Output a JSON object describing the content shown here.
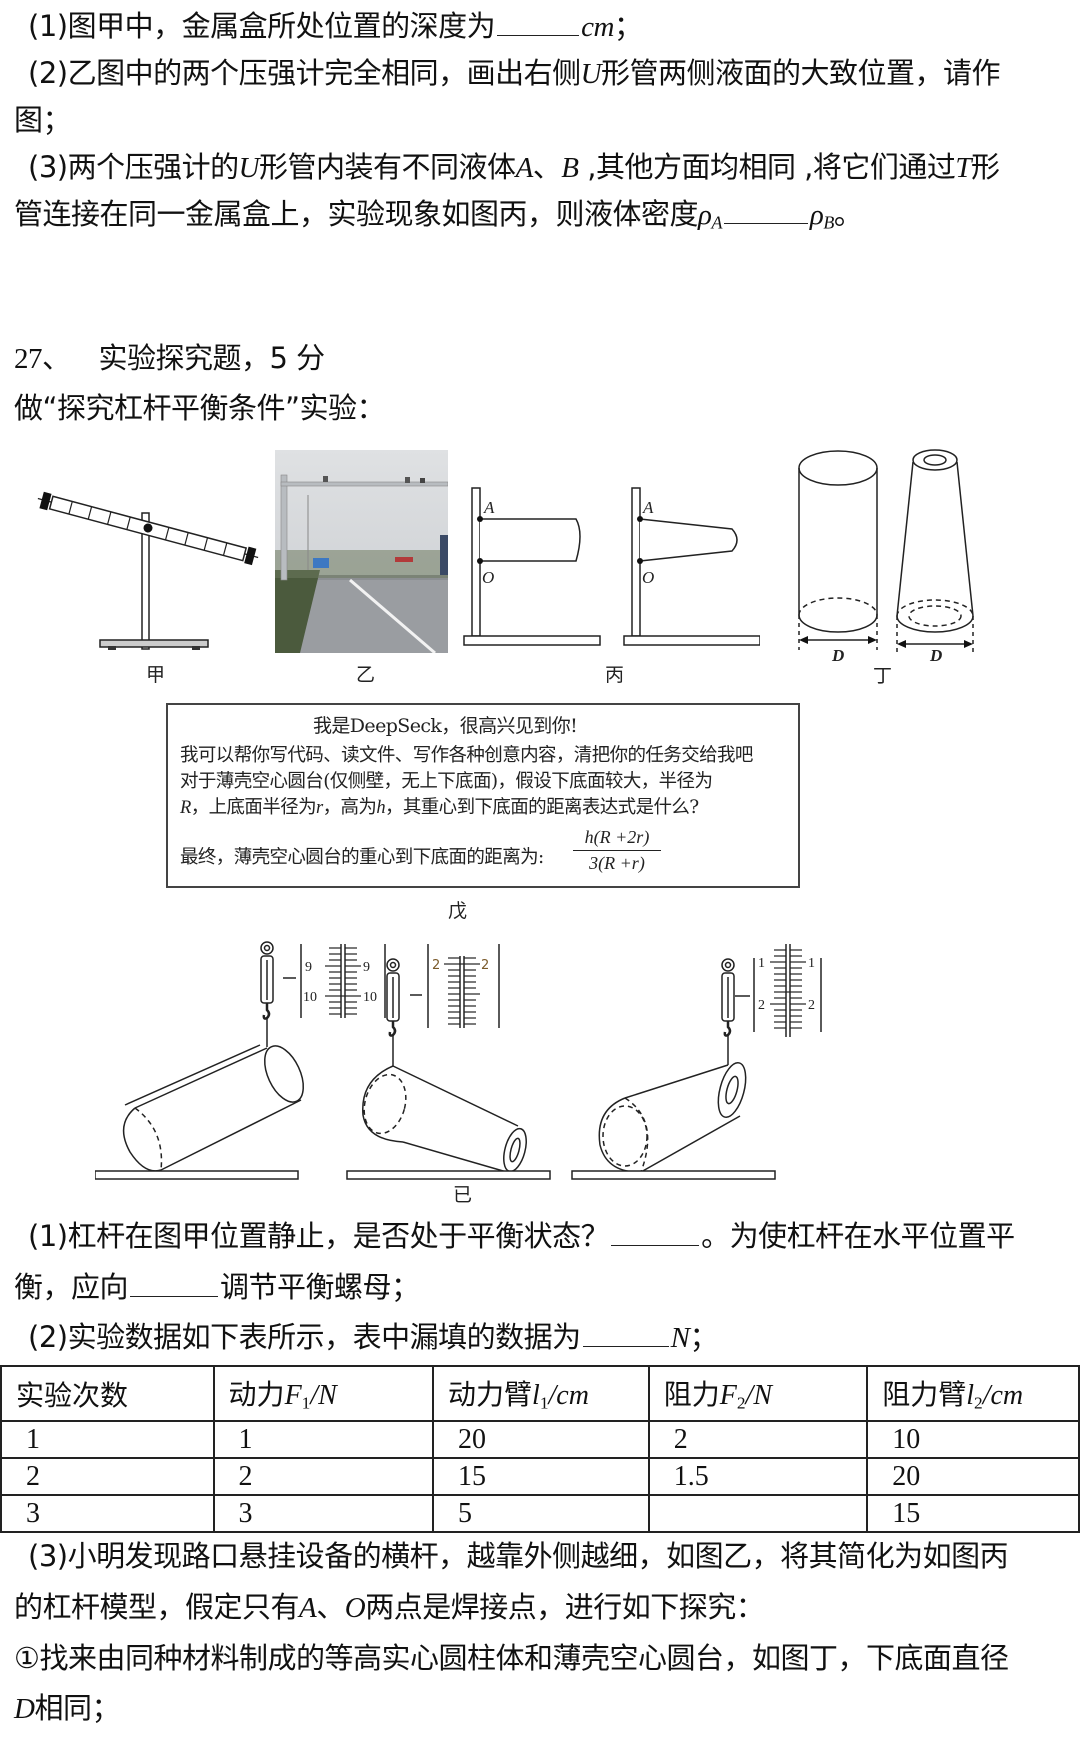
{
  "previous_question": {
    "q1": {
      "prefix": "(1)图甲中，金属盒所处位置的深度为",
      "unit": "cm",
      "suffix": "；"
    },
    "q2": {
      "line1_prefix": "(2)乙图中的两个压强计完全相同，画出右侧",
      "line1_var": "U",
      "line1_suffix": "形管两侧液面的大致位置，请作",
      "line2": "图；"
    },
    "q3": {
      "line1_a": "(3)两个压强计的",
      "var_u": "U",
      "line1_b": "形管内装有不同液体",
      "var_a": "A",
      "sep": "、",
      "var_b": "B",
      "line1_c": " ,其他方面均相同 ,将它们通过",
      "var_t": "T",
      "line1_d": "形",
      "line2_prefix": "管连接在同一金属盒上，实验现象如图丙，则液体密度",
      "rho": "ρ",
      "sub_a": "A",
      "sub_b": "B",
      "end": "。"
    }
  },
  "question": {
    "number": "27、",
    "type_label": "实验探究题，5 分",
    "intro": "做“探究杠杆平衡条件”实验："
  },
  "figures": {
    "jia": {
      "caption": "甲",
      "desc": "lever on stand, tilted (left end high)"
    },
    "yi": {
      "caption": "乙",
      "desc": "photo of road gantry crossbar"
    },
    "bing": {
      "caption": "丙",
      "point_a": "A",
      "point_o": "O"
    },
    "ding": {
      "caption": "丁",
      "dim_label": "D"
    },
    "wu": {
      "caption": "戊",
      "greeting": "我是DeepSeck，很高兴见到你!",
      "line1": "我可以帮你写代码、读文件、写作各种创意内容，清把你的任务交给我吧",
      "line2": "对于薄壳空心圆台(仅侧壁，无上下底面)，假设下底面较大，半径为",
      "line3_a": "R",
      "line3_b": "，上底面半径为",
      "line3_c": "r",
      "line3_d": "，高为",
      "line3_e": "h",
      "line3_f": "，其重心到下底面的距离表达式是什么?",
      "answer_prefix": "最终，薄壳空心圆台的重心到下底面的距离为:",
      "frac_numerator": "h(R +2r)",
      "frac_denominator": "3(R +r)"
    },
    "ji": {
      "caption": "已",
      "scales": [
        {
          "label_top": "9",
          "label_bottom": "10"
        },
        {
          "label_top": "2",
          "label_bottom": ""
        },
        {
          "label_top": "1",
          "label_bottom": "2"
        }
      ]
    }
  },
  "sub_questions": {
    "q1_line1_prefix": "(1)杠杆在图甲位置静止，是否处于平衡状态？",
    "q1_line1_suffix": "。为使杠杆在水平位置平",
    "q1_line2_prefix": "衡，应向",
    "q1_line2_suffix": "调节平衡螺母；",
    "q2_prefix": "(2)实验数据如下表所示，表中漏填的数据为",
    "q2_unit": "N",
    "q2_suffix": "；",
    "q3_line1": "(3)小明发现路口悬挂设备的横杆，越靠外侧越细，如图乙，将其简化为如图丙",
    "q3_line2_a": "的杠杆模型，假定只有",
    "q3_line2_var_a": "A",
    "q3_line2_sep": "、",
    "q3_line2_var_o": "O",
    "q3_line2_b": "两点是焊接点，进行如下探究：",
    "q3_item1_line1": "①找来由同种材料制成的等高实心圆柱体和薄壳空心圆台，如图丁，下底面直径",
    "q3_item1_var": "D",
    "q3_item1_line2": "相同；"
  },
  "table": {
    "headers": [
      {
        "cn": "实验次数",
        "var": "",
        "sub": "",
        "unit": ""
      },
      {
        "cn": "动力",
        "var": "F",
        "sub": "1",
        "unit": "/N"
      },
      {
        "cn": "动力臂",
        "var": "l",
        "sub": "1",
        "unit": "/cm"
      },
      {
        "cn": "阻力",
        "var": "F",
        "sub": "2",
        "unit": "/N"
      },
      {
        "cn": "阻力臂",
        "var": "l",
        "sub": "2",
        "unit": "/cm"
      }
    ],
    "rows": [
      [
        "1",
        "1",
        "20",
        "2",
        "10"
      ],
      [
        "2",
        "2",
        "15",
        "1.5",
        "20"
      ],
      [
        "3",
        "3",
        "5",
        "",
        "15"
      ]
    ]
  }
}
